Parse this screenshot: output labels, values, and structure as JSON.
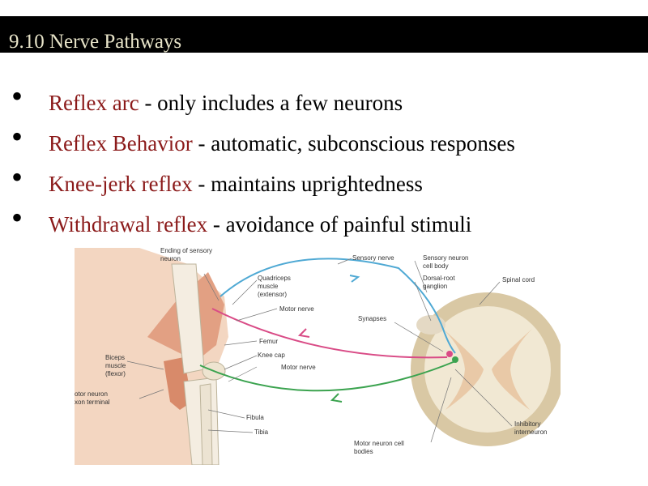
{
  "slide": {
    "title": "9.10 Nerve Pathways",
    "bullets": [
      {
        "term": "Reflex arc",
        "text": " - only includes a few neurons"
      },
      {
        "term": "Reflex Behavior",
        "text": " - automatic, subconscious responses"
      },
      {
        "term": "Knee-jerk reflex",
        "text": " - maintains uprightedness"
      },
      {
        "term": "Withdrawal reflex",
        "text": " - avoidance of painful stimuli"
      }
    ]
  },
  "figure": {
    "labels": {
      "ending_sensory": [
        "Ending of sensory",
        "neuron"
      ],
      "quadriceps": [
        "Quadriceps",
        "muscle",
        "(extensor)"
      ],
      "sensory_nerve": "Sensory nerve",
      "sensory_cell_body": [
        "Sensory neuron",
        "cell body"
      ],
      "dorsal_root": [
        "Dorsal-root",
        "ganglion"
      ],
      "spinal_cord": "Spinal cord",
      "synapses": "Synapses",
      "motor_nerve_1": "Motor nerve",
      "femur": "Femur",
      "knee_cap": "Knee cap",
      "motor_nerve_2": "Motor nerve",
      "biceps": [
        "Biceps",
        "muscle",
        "(flexor)"
      ],
      "motor_terminal": [
        "otor neuron",
        "xon terminal"
      ],
      "fibula": "Fibula",
      "tibia": "Tibia",
      "inhibitory": [
        "Inhibitory",
        "interneuron"
      ],
      "motor_cell_bodies": [
        "Motor neuron cell",
        "bodies"
      ]
    }
  }
}
